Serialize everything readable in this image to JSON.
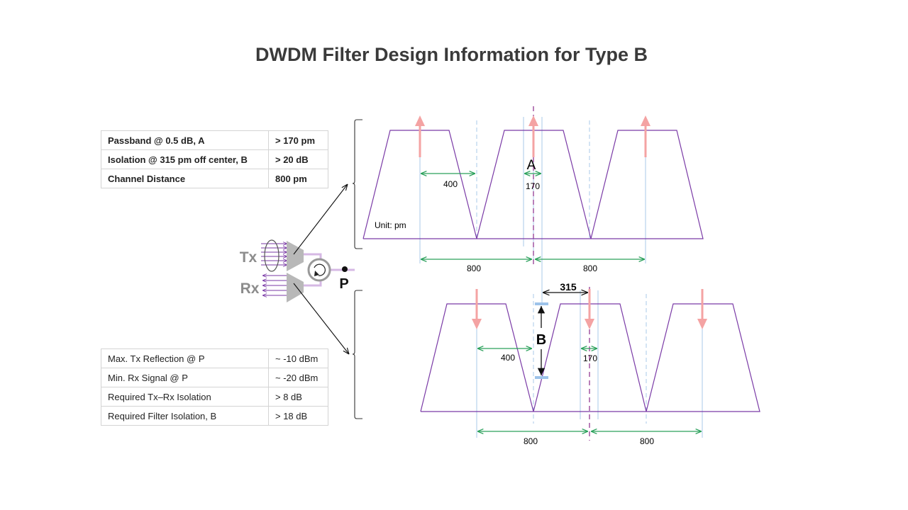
{
  "title": "DWDM Filter Design Information for Type B",
  "top_table": {
    "rows": [
      {
        "label": "Passband @ 0.5 dB, A",
        "value": "> 170 pm"
      },
      {
        "label": "Isolation @ 315 pm off center, B",
        "value": "> 20 dB"
      },
      {
        "label": "Channel Distance",
        "value": "800 pm"
      }
    ]
  },
  "bottom_table": {
    "rows": [
      {
        "label": "Max. Tx Reflection @ P",
        "value": "~ -10 dBm"
      },
      {
        "label": "Min. Rx Signal @ P",
        "value": "~ -20 dBm"
      },
      {
        "label": "Required Tx–Rx Isolation",
        "value": "> 8 dB"
      },
      {
        "label": "Required Filter Isolation, B",
        "value": "> 18 dB"
      }
    ]
  },
  "transceiver": {
    "tx_label": "Tx",
    "rx_label": "Rx",
    "port_label": "P"
  },
  "top_plot": {
    "unit_label": "Unit: pm",
    "half_width_label": "400",
    "passband_label": "170",
    "passband_marker": "A",
    "spacing_labels": [
      "800",
      "800"
    ]
  },
  "bottom_plot": {
    "offset_label": "315",
    "isolation_marker": "B",
    "half_width_label": "400",
    "passband_label": "170",
    "spacing_labels": [
      "800",
      "800"
    ]
  },
  "colors": {
    "filter_shape": "#7a3aa6",
    "signal_arrow": "#f4a3a3",
    "dimension": "#2aa05a",
    "guide": "#a8c8ea",
    "center_dash": "#8a2a8a",
    "fiber": "#d6b8e4",
    "isolation_bar": "#9dc3ea"
  }
}
